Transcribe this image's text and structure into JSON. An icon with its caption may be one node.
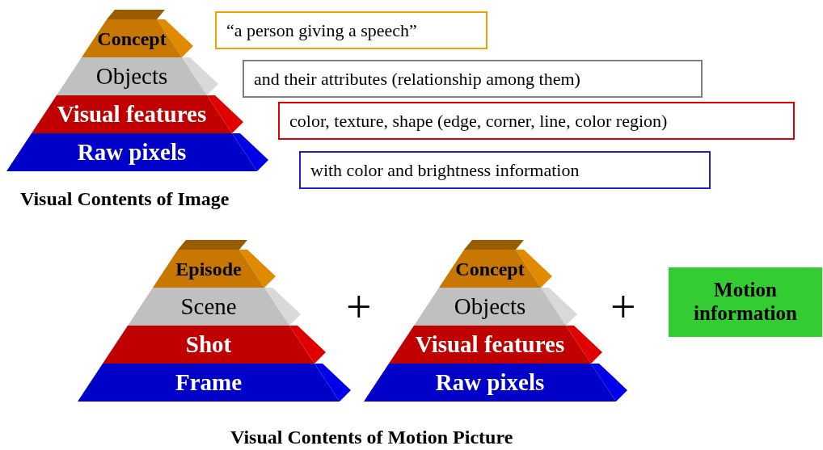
{
  "diagram": {
    "nodes": [
      {
        "text": [
          "Concept"
        ]
      },
      {
        "text": [
          "Objects"
        ]
      },
      {
        "text": [
          "Visual features"
        ]
      },
      {
        "text": [
          "Raw pixels"
        ]
      },
      {
        "text": [
          "“a person giving a speech”"
        ]
      },
      {
        "text": [
          "and their attributes (relationship among them)"
        ]
      },
      {
        "text": [
          "color, texture, shape (edge, corner, line, color region)"
        ]
      },
      {
        "text": [
          "with color and brightness information"
        ]
      },
      {
        "text": [
          "Episode"
        ]
      },
      {
        "text": [
          "Scene"
        ]
      },
      {
        "text": [
          "Shot"
        ]
      },
      {
        "text": [
          "Frame"
        ]
      },
      {
        "text": [
          "Concept"
        ]
      },
      {
        "text": [
          "Objects"
        ]
      },
      {
        "text": [
          "Visual features"
        ]
      },
      {
        "text": [
          "Raw pixels"
        ]
      },
      {
        "text": [
          "Motion information"
        ]
      }
    ],
    "labels": [
      "Visual Contents of Image",
      "+",
      "+",
      "Visual Contents of Motion Picture"
    ]
  }
}
